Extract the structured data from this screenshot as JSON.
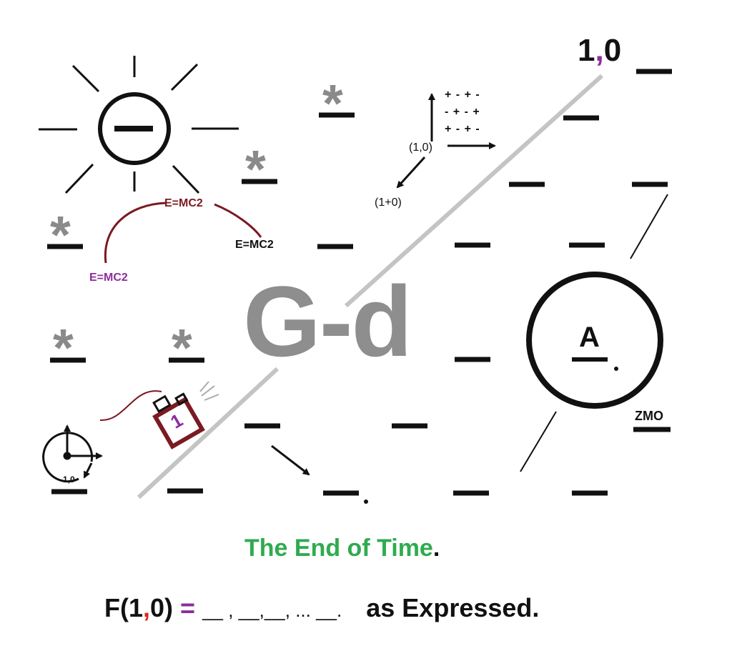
{
  "corner_label": {
    "left": "1",
    "comma": ",",
    "right": "0"
  },
  "stars": [
    "*",
    "*",
    "*",
    "*",
    "*"
  ],
  "emc": {
    "dark": "E=MC2",
    "purple": "E=MC2",
    "black": "E=MC2"
  },
  "vectors": {
    "origin": "(1,0)",
    "sum": "(1+0)",
    "signs": [
      "+ - + -",
      "- + - +",
      "+ - + -"
    ]
  },
  "center_word": "G-d",
  "circle_letter": "A",
  "zmo": "ZMO",
  "clock_label": "1,0",
  "cube_digit": "1",
  "title": {
    "text": "The End of Time",
    "period": "."
  },
  "formula": {
    "lhs": "F(1",
    "comma": ",",
    "rhs": "0)",
    "equals": "=",
    "blanks": "__ ,  __,__, ... __.",
    "suffix": "as Expressed."
  },
  "colors": {
    "title_green": "#2fab4f",
    "purple": "#8c2e9a",
    "maroon": "#7a1a22",
    "red_comma": "#e0261f",
    "star_gray": "#8a8a8a",
    "diagonal_gray": "#c4c4c4"
  }
}
